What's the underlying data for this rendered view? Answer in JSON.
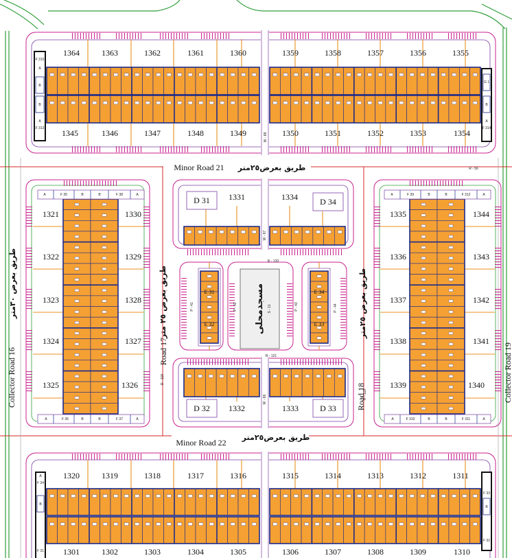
{
  "north": {
    "top_lots": [
      "1364",
      "1363",
      "1362",
      "1361",
      "1360",
      "1359",
      "1358",
      "1357",
      "1356",
      "1355"
    ],
    "bottom_lots": [
      "1345",
      "1346",
      "1347",
      "1348",
      "1349",
      "1350",
      "1351",
      "1352",
      "1353",
      "1354"
    ],
    "west_end": [
      "F 315",
      "A",
      "B",
      "B",
      "A",
      "F 313"
    ],
    "east_end": [
      "G 1",
      "B",
      "A",
      "F 314"
    ],
    "walkway": "W - 88"
  },
  "roads": {
    "minor_21": {
      "name": "Minor Road 21",
      "width_ar": "طريق بعرض٢٥متر",
      "ref": "R - 56"
    },
    "minor_22": {
      "name": "Minor Road 22",
      "width_ar": "طريق بعرض٢٥متر"
    },
    "road_17": {
      "name": "Road 17",
      "width_ar": "طريق بعرض ٢٥ متر",
      "ref": "R - 118"
    },
    "road_18": {
      "name": "Road 18",
      "width_ar": "طريق بعرض ٢٥متر",
      "ref": "R - 119"
    },
    "collector_16": {
      "name": "Collector Road 16",
      "width_ar": "طريق بعرض ٣٠متر"
    },
    "collector_19": {
      "name": "Collector Road 19"
    }
  },
  "west": {
    "left_lots": [
      "1321",
      "1322",
      "1323",
      "1324",
      "1325"
    ],
    "right_lots": [
      "1330",
      "1329",
      "1328",
      "1327",
      "1326"
    ],
    "top_end": [
      "A",
      "F 35",
      "B",
      "B",
      "F 38",
      "A"
    ],
    "bottom_end": [
      "A",
      "F 36",
      "B",
      "B",
      "F 37",
      "A"
    ]
  },
  "center": {
    "top": {
      "plots": [
        "D 31",
        "1331",
        "1334",
        "D 34"
      ],
      "walkway": "W - 87",
      "road_ref": "R - 120"
    },
    "middle": {
      "e_plots": [
        "E 31",
        "E 32",
        "E 34",
        "E 33"
      ],
      "parks": [
        "P - 41",
        "P - 42",
        "P - 43",
        "P - 44"
      ],
      "mosque": "مسجدمحلى",
      "mosque_ref": "S - 11",
      "road_ref": "R - 121"
    },
    "bottom": {
      "plots": [
        "D 32",
        "1332",
        "1333",
        "D 33"
      ],
      "walkway": "W - 86"
    }
  },
  "east": {
    "left_lots": [
      "1335",
      "1336",
      "1337",
      "1338",
      "1339"
    ],
    "right_lots": [
      "1344",
      "1343",
      "1342",
      "1341",
      "1340"
    ],
    "top_end": [
      "A",
      "F 39",
      "B",
      "B",
      "F 312",
      "A"
    ],
    "bottom_end": [
      "A",
      "F 310",
      "B",
      "B",
      "F 311",
      "A"
    ]
  },
  "south": {
    "top_lots": [
      "1320",
      "1319",
      "1318",
      "1317",
      "1316",
      "1315",
      "1314",
      "1313",
      "1312",
      "1311"
    ],
    "bottom_lots": [
      "1301",
      "1302",
      "1303",
      "1304",
      "1305",
      "1306",
      "1307",
      "1308",
      "1309",
      "1310"
    ],
    "west_end": [
      "A",
      "F 34",
      "B",
      "F 31"
    ],
    "east_end": [
      "F 33",
      "B",
      "F 32"
    ]
  },
  "colors": {
    "lot_fill": "#f5a033",
    "lot_stroke": "#1c2a8a",
    "hatch": "#c8208e",
    "green": "#2e9e3a",
    "road_red": "#d42a2a",
    "purple": "#7b3fa3",
    "connector": "#e8901c"
  }
}
